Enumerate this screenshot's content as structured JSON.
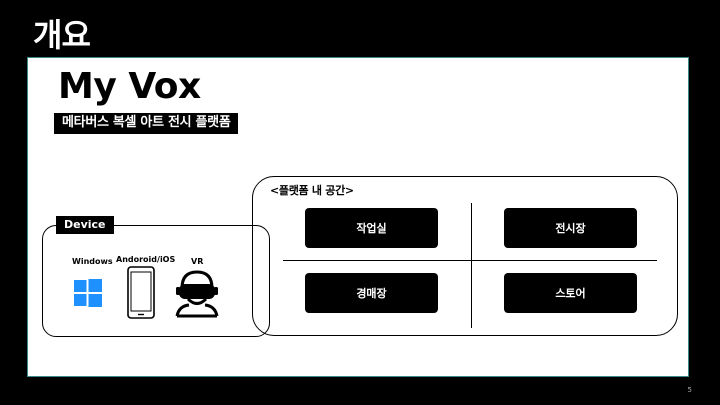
{
  "header": {
    "title": "개요"
  },
  "slide": {
    "brand": "My Vox",
    "subtitle": "메타버스 복셀 아트 전시 플랫폼"
  },
  "device": {
    "tag": "Device",
    "items": [
      {
        "label": "Windows",
        "icon": "windows-logo-icon",
        "color": "#1e90ff"
      },
      {
        "label": "Andoroid/iOS",
        "icon": "smartphone-icon"
      },
      {
        "label": "VR",
        "icon": "vr-headset-icon"
      }
    ]
  },
  "platform": {
    "title": "<플랫폼 내 공간>",
    "spaces": [
      "작업실",
      "전시장",
      "경매장",
      "스토어"
    ]
  },
  "footer": {
    "page": "5"
  }
}
